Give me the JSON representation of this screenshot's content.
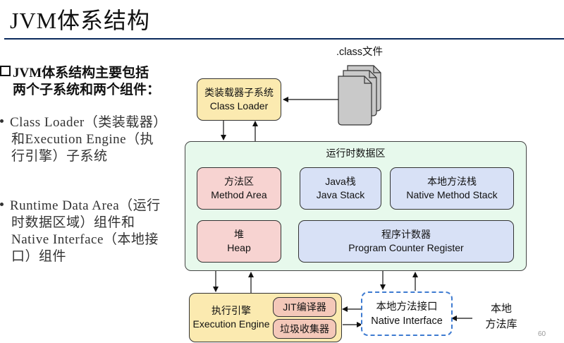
{
  "slide": {
    "title": "JVM体系结构",
    "page_number": "60"
  },
  "left_text": {
    "lead": "JVM体系结构主要包括两个子系统和两个组件：",
    "bullets": [
      "Class Loader（类装载器）和Execution Engine（执行引擎）子系统",
      "Runtime Data Area（运行时数据区域）组件和Native Interface（本地接口）组件"
    ]
  },
  "diagram": {
    "class_files_label": ".class文件",
    "class_loader": {
      "cn": "类装载器子系统",
      "en": "Class Loader"
    },
    "runtime_data_area": {
      "label": "运行时数据区",
      "method_area": {
        "cn": "方法区",
        "en": "Method Area"
      },
      "java_stack": {
        "cn": "Java栈",
        "en": "Java Stack"
      },
      "native_method_stack": {
        "cn": "本地方法栈",
        "en": "Native Method Stack"
      },
      "heap": {
        "cn": "堆",
        "en": "Heap"
      },
      "program_counter": {
        "cn": "程序计数器",
        "en": "Program Counter Register"
      }
    },
    "execution_engine": {
      "cn": "执行引擎",
      "en": "Execution Engine",
      "jit": "JIT编译器",
      "gc": "垃圾收集器"
    },
    "native_interface": {
      "cn": "本地方法接口",
      "en": "Native Interface"
    },
    "native_library": {
      "line1": "本地",
      "line2": "方法库"
    },
    "colors": {
      "class_loader_fill": "#fbeab0",
      "runtime_area_fill": "#e7f9ec",
      "memory_pink": "#f7d3d1",
      "memory_blue": "#d8e1f6",
      "engine_sub_fill": "#f4c8b9",
      "native_interface_border": "#3e7bd1"
    }
  }
}
